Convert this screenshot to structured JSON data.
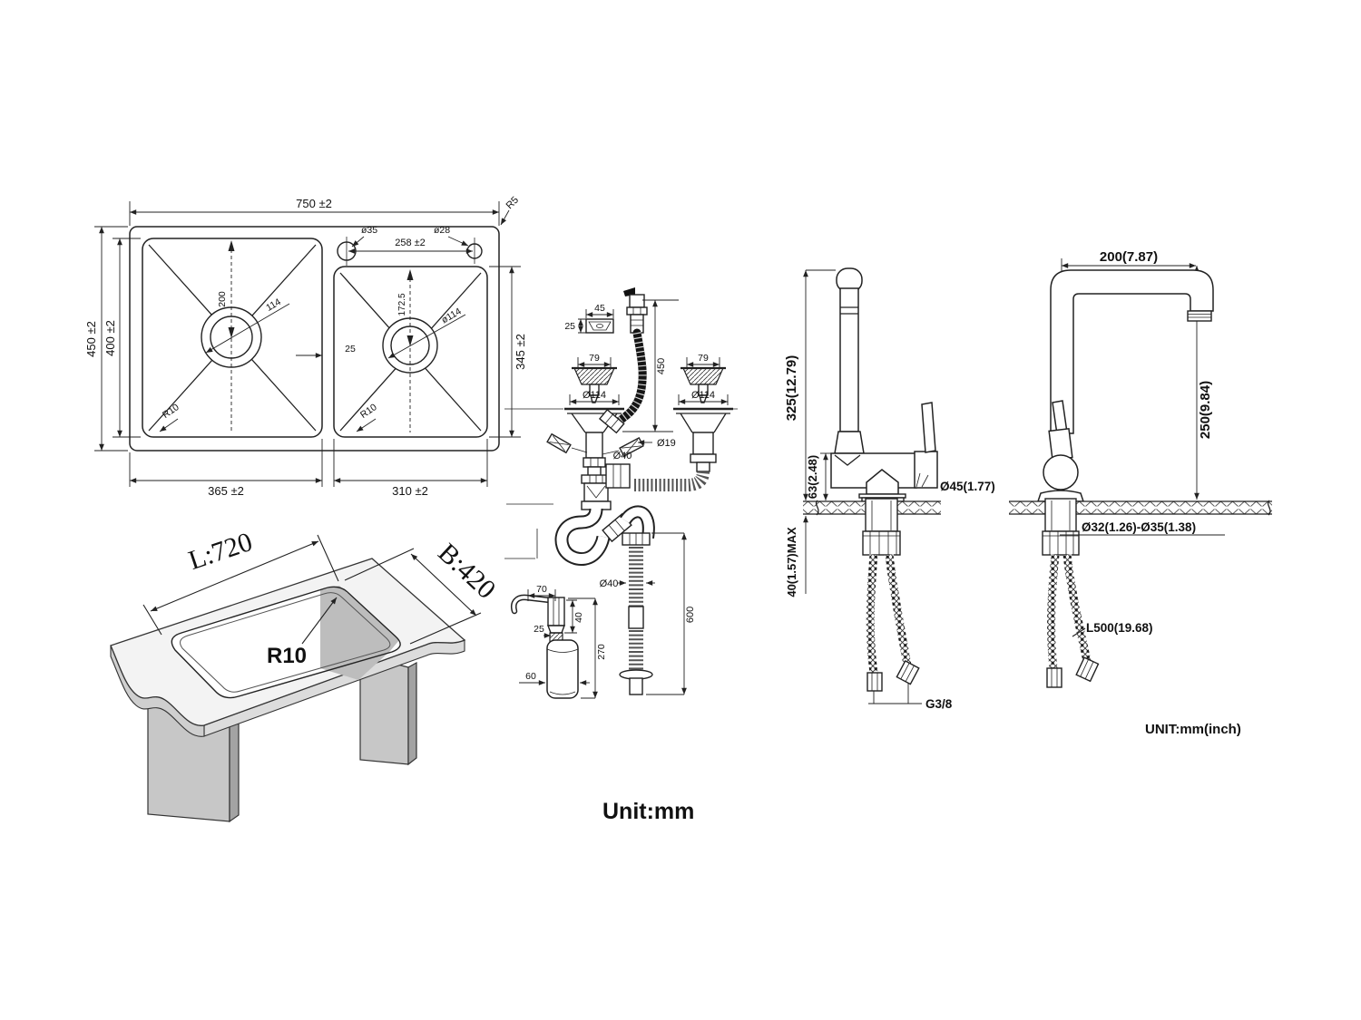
{
  "sink_top_view": {
    "overall_width": "750 ±2",
    "outer_corner_radius": "R5",
    "faucet_hole_left_dia": "ø35",
    "faucet_hole_right_dia": "ø28",
    "faucet_hole_spacing": "258 ±2",
    "overall_depth": "450 ±2",
    "left_bowl_depth": "400 ±2",
    "left_bowl_center_offset": "200",
    "left_drain_dia": "114",
    "left_bowl_corner_radius": "R10",
    "divider_width": "25",
    "right_bowl_center_offset": "172.5",
    "right_drain_dia": "ø114",
    "right_bowl_corner_radius": "R10",
    "right_bowl_depth": "345 ±2",
    "left_bowl_width": "365 ±2",
    "right_bowl_width": "310 ±2"
  },
  "cutout_view": {
    "length": "L:720",
    "width": "B:420",
    "corner_radius": "R10"
  },
  "drain_assembly": {
    "overflow_cover_width": "45",
    "overflow_cover_height": "25",
    "strainer_left_basket_width": "79",
    "strainer_left_flange_dia": "Ø114",
    "strainer_right_basket_width": "79",
    "strainer_right_flange_dia": "Ø114",
    "overflow_hose_height": "450",
    "overflow_hose_dia": "Ø19",
    "tailpiece_dia": "Ø40",
    "drain_pipe_dia": "Ø40",
    "drain_pipe_length": "600",
    "dispenser_spout_reach": "70",
    "dispenser_mount_offset": "25",
    "dispenser_neck_height": "40",
    "dispenser_total_height": "270",
    "dispenser_bottle_dia": "60"
  },
  "faucet_side_view": {
    "total_height": "325(12.79)",
    "body_height": "63(2.48)",
    "base_dia": "Ø45(1.77)",
    "max_counter_thickness": "40(1.57)MAX",
    "supply_thread": "G3/8"
  },
  "faucet_front_view": {
    "spout_reach": "200(7.87)",
    "spout_height": "250(9.84)",
    "mount_hole_dia": "Ø32(1.26)-Ø35(1.38)",
    "hose_length": "L500(19.68)"
  },
  "notes": {
    "unit_label": "Unit:mm",
    "unit_label_inch": "UNIT:mm(inch)"
  }
}
